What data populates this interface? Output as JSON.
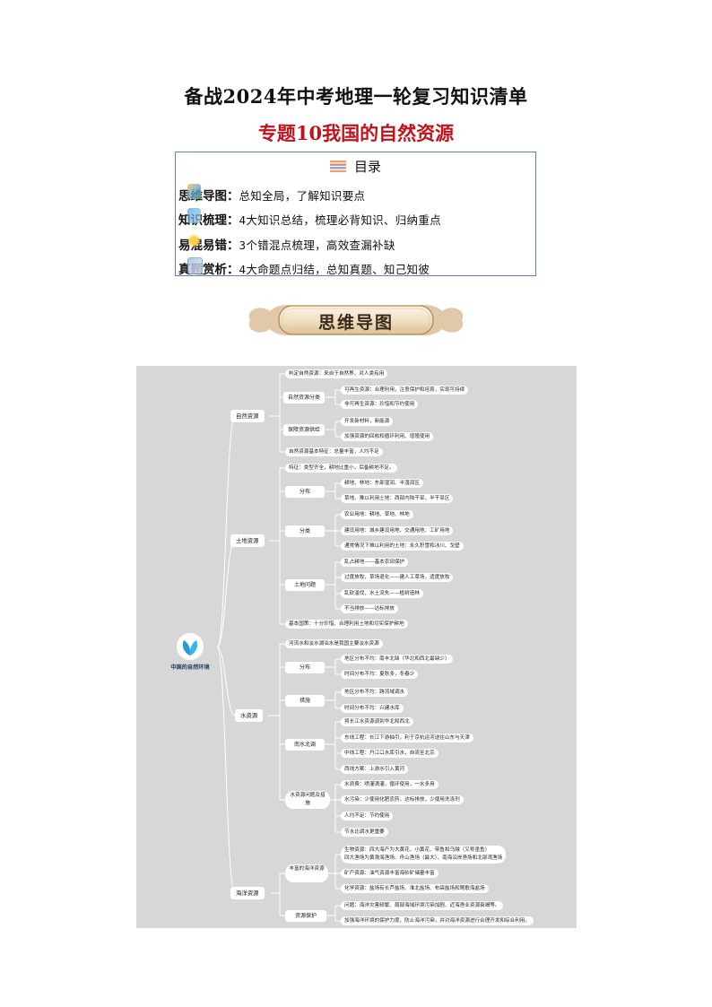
{
  "title": "备战2024年中考地理一轮复习知识清单",
  "subtitle": "专题10我国的自然资源",
  "toc": {
    "heading": "目录",
    "rows": [
      {
        "prefix": "思维导图：",
        "desc": "总知全局，了解知识要点"
      },
      {
        "prefix": "知识梳理：",
        "desc": "4大知识总结，梳理必背知识、归纳重点"
      },
      {
        "prefix": "易混易错：",
        "desc": "3个错混点梳理，高效查漏补缺"
      },
      {
        "prefix": "真题赏析：",
        "desc": "4大命题点归结，总知真题、知己知彼"
      }
    ]
  },
  "banner": "思维导图",
  "mindmap": {
    "root": "中国的自然环境",
    "branches": [
      {
        "label": "自然资源",
        "children": [
          {
            "label": "判定自然资源：来自于自然界，对人类有用"
          },
          {
            "label": "自然资源分类",
            "children": [
              "可再生资源：合理利用，注意保护和培育，实现可持续",
              "非可再生资源：珍惜和节约使用"
            ]
          },
          {
            "label": "保障资源供给",
            "children": [
              "开发新材料，新能源",
              "加强资源的回收和循环利用、增殖使用"
            ]
          },
          {
            "label": "自然资源基本特征：总量丰富，人均不足"
          }
        ]
      },
      {
        "label": "土地资源",
        "children": [
          {
            "label": "特征：类型齐全，耕地比重小，后备耕地不足。"
          },
          {
            "label": "分布",
            "children": [
              "耕地、林地：东部湿润、半湿润区",
              "草地、难以利用土地：西部内陆干旱、半干旱区"
            ]
          },
          {
            "label": "分类",
            "children": [
              "农业用地：耕地、草地、林地",
              "建设用地：城乡建设用地、交通用地、工矿用地",
              "通常情况下难以利用的土地：永久积雪和冰川、戈壁"
            ]
          },
          {
            "label": "土地问题",
            "children": [
              "乱占耕地——基本农田保护",
              "过度放牧，草场退化——建人工草场，适度放牧",
              "乱砍滥伐，水土流失——植树造林",
              "不当排放——达标排放"
            ]
          },
          {
            "label": "基本国策：十分珍惜、合理利用土地和切实保护耕地"
          }
        ]
      },
      {
        "label": "水资源",
        "children": [
          {
            "label": "河流水和淡水湖泊水是我国主要淡水资源"
          },
          {
            "label": "分布",
            "children": [
              "地区分布不均：南丰北缺（华北和西北最缺少）",
              "时间分布不均：夏秋多，冬春少"
            ]
          },
          {
            "label": "措施",
            "children": [
              "地区分布不均：跨流域调水",
              "时间分布不均：兴建水库"
            ]
          },
          {
            "label": "南水北调",
            "children": [
              "将长江水资源调到华北和西北",
              "东线工程：长江下游抽引，利于京杭运河送往山东与天津",
              "中线工程：丹江口水库引水，自流至北京",
              "西线方案：上游水引入黄河"
            ]
          },
          {
            "label": "水资源问题及措施",
            "children": [
              "水浪费：喷灌滴灌，循环使用，一水多用",
              "水污染：少使用化肥农药，达标排放，少使用洗涤剂",
              "人均不足：节约使用",
              "节水比调水更重要"
            ]
          }
        ]
      },
      {
        "label": "海洋资源",
        "children": [
          {
            "label": "丰富的海洋资源",
            "children": [
              "生物资源：四大海产为大黄花、小黄花、带鱼和乌贼（又称墨鱼）\n四大渔场为黄渤海渔场、舟山渔场（最大）、南海沿岸渔场和北部湾渔场",
              "矿产资源：油气资源丰富海砂矿储量丰富",
              "化学资源：盐场有长芦盐场、淮北盐场、布袋盐场和莺歌海盐场"
            ]
          },
          {
            "label": "资源保护",
            "children": [
              "问题：海洋灾害频繁、局部海域环境污染加剧、近海渔业资源衰竭等。",
              "加强海洋环境的保护力度，防止海洋污染，并对海洋资源进行合理开发和综合利用。"
            ]
          }
        ]
      }
    ]
  }
}
